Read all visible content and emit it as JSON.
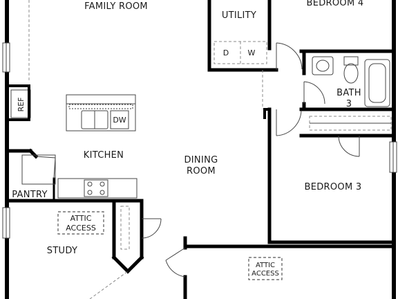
{
  "rooms": {
    "family_room": "FAMILY ROOM",
    "utility": "UTILITY",
    "bedroom_4": "BEDROOM 4",
    "bath_3_line1": "BATH",
    "bath_3_line2": "3",
    "kitchen": "KITCHEN",
    "dining_line1": "DINING",
    "dining_line2": "ROOM",
    "bedroom_3": "BEDROOM 3",
    "pantry": "PANTRY",
    "study": "STUDY"
  },
  "fixtures": {
    "ref": "REF",
    "dw": "DW",
    "dryer": "D",
    "washer": "W"
  },
  "attic_access": {
    "line1": "ATTIC",
    "line2": "ACCESS"
  }
}
